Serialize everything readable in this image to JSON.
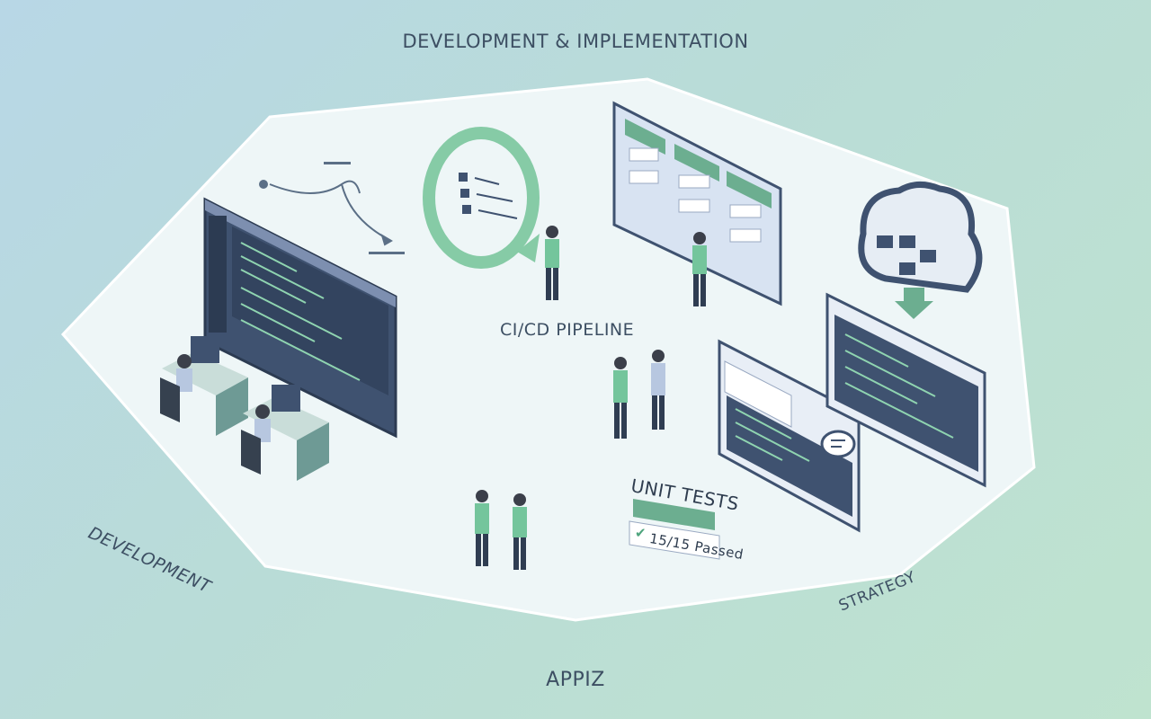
{
  "header": {
    "title": "DEVELOPMENT & IMPLEMENTATION"
  },
  "diagram": {
    "center_label": "CI/CD PIPELINE",
    "left_label": "DEVELOPMENT",
    "right_label": "STRATEGY",
    "unit_tests": {
      "title": "UNIT TESTS",
      "result": "15/15 Passed",
      "check_icon": "check-icon"
    },
    "icons": [
      "cycle-arrow-icon",
      "kanban-board-icon",
      "cloud-deploy-icon",
      "code-editor-icon",
      "branch-arrows-icon",
      "chat-bubble-icon"
    ]
  },
  "footer": {
    "brand": "APPIZ"
  },
  "colors": {
    "accent_green": "#6cc39a",
    "screen_navy": "#3f5270",
    "platform": "#eef6f7",
    "text": "#3d4f63"
  }
}
